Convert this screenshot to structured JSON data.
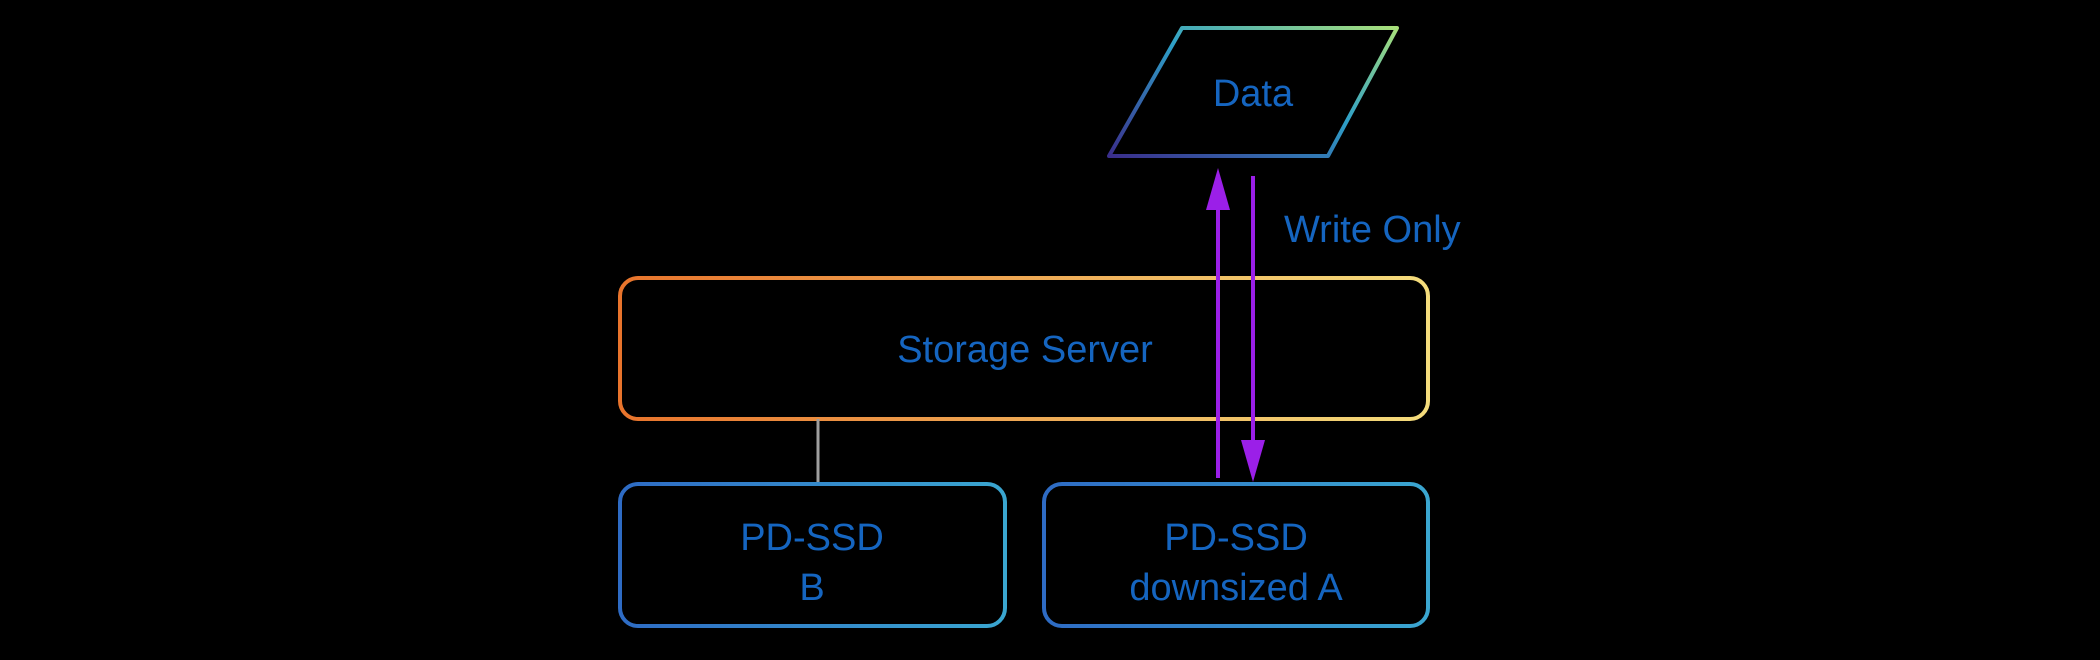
{
  "data_node": {
    "label": "Data"
  },
  "edge_label": {
    "text": "Write Only"
  },
  "storage_server": {
    "label": "Storage Server"
  },
  "pd_ssd_b": {
    "line1": "PD-SSD",
    "line2": "B"
  },
  "pd_ssd_a": {
    "line1": "PD-SSD",
    "line2": "downsized A"
  },
  "colors": {
    "background": "#000000",
    "text": "#1565C0",
    "arrow": "#9B1FE8",
    "connector": "#9E9E9E",
    "storage_border": [
      "#E8742C",
      "#F4DC7C"
    ],
    "ssd_border": [
      "#2E6BC4",
      "#3AA6D0"
    ],
    "data_border": [
      "#3A2E8C",
      "#2EA0C8",
      "#9BE07A"
    ]
  }
}
